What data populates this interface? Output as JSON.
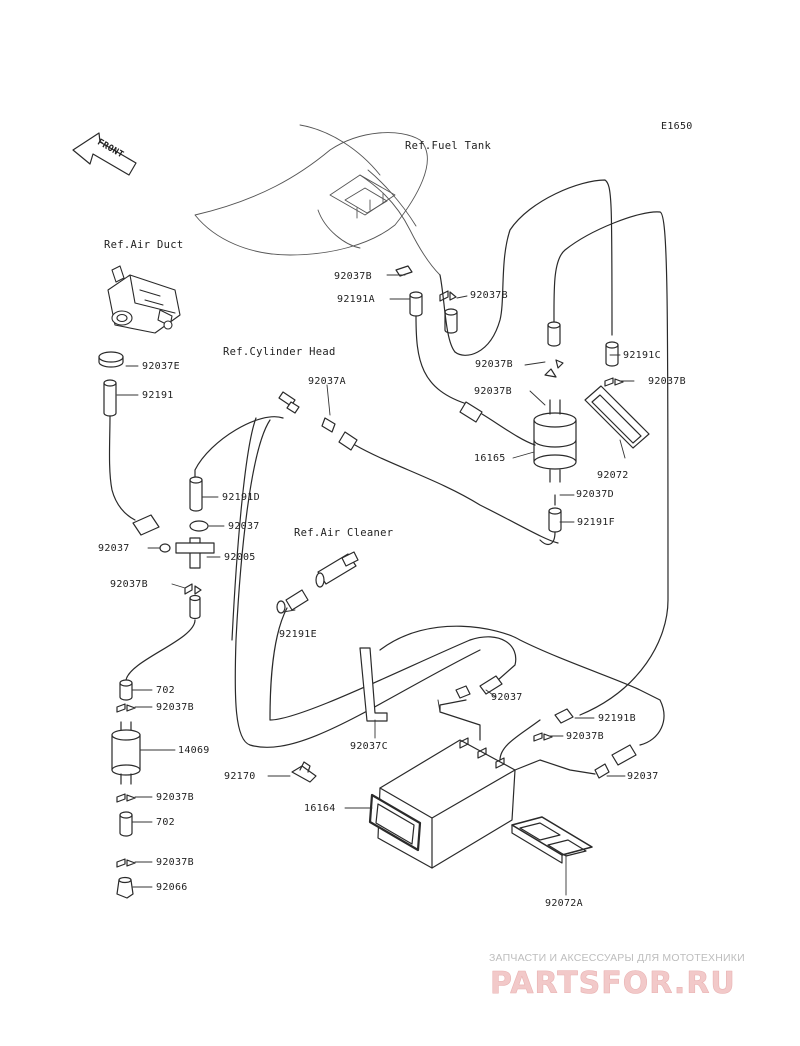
{
  "diagram_code": "E1650",
  "front_arrow_label": "FRONT",
  "refs": {
    "fuel_tank": "Ref.Fuel Tank",
    "air_duct": "Ref.Air Duct",
    "cylinder_head": "Ref.Cylinder Head",
    "air_cleaner": "Ref.Air Cleaner"
  },
  "parts": {
    "p92037B_tank_left": "92037B",
    "p92191A": "92191A",
    "p92037B_tank_right": "92037B",
    "p92037B_mid": "92037B",
    "p92191C": "92191C",
    "p92037B_right": "92037B",
    "p92037B_filter_top": "92037B",
    "p16165": "16165",
    "p92072": "92072",
    "p92037D": "92037D",
    "p92191F": "92191F",
    "p92037E": "92037E",
    "p92191": "92191",
    "p92037A": "92037A",
    "p92191D": "92191D",
    "p92037_tee_top": "92037",
    "p92037_tee_left": "92037",
    "p92005": "92005",
    "p92037B_tee_bottom": "92037B",
    "p92191E": "92191E",
    "p702_top": "702",
    "p92037B_702a": "92037B",
    "p14069": "14069",
    "p92037B_14069": "92037B",
    "p702_bottom": "702",
    "p92037B_702b": "92037B",
    "p92066": "92066",
    "p92037_canister_top": "92037",
    "p92191B": "92191B",
    "p92037B_canister": "92037B",
    "p92037C": "92037C",
    "p92170": "92170",
    "p16164": "16164",
    "p92037_canister_right": "92037",
    "p92072A": "92072A"
  },
  "watermark": {
    "tagline": "ЗАПЧАСТИ И АКСЕССУАРЫ ДЛЯ МОТОТЕХНИКИ",
    "logo": "PARTSFOR.RU"
  },
  "colors": {
    "line": "#2a2a2a",
    "watermark_logo": "#f2c9c9",
    "watermark_text": "#bdbdbd"
  }
}
